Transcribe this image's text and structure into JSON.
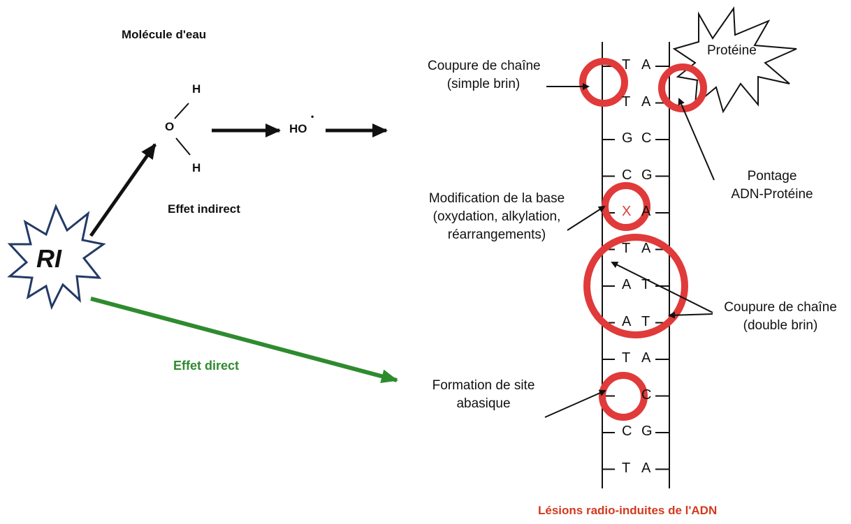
{
  "colors": {
    "lesion": "#e03a3a",
    "direct": "#2e8b2e",
    "burst_outline": "#223a66",
    "ink": "#111111",
    "title_red": "#d23a1e"
  },
  "water": {
    "title": "Molécule d'eau",
    "o": "O",
    "h_top": "H",
    "h_bottom": "H",
    "radical": "HO",
    "radical_dot": "•",
    "indirect_label": "Effet indirect"
  },
  "source": {
    "label": "RI"
  },
  "direct": {
    "label": "Effet direct"
  },
  "dna": {
    "pairs": [
      {
        "left": "T",
        "right": "A"
      },
      {
        "left": "T",
        "right": "A"
      },
      {
        "left": "G",
        "right": "C"
      },
      {
        "left": "C",
        "right": "G"
      },
      {
        "left": "X",
        "right": "A"
      },
      {
        "left": "T",
        "right": "A"
      },
      {
        "left": "A",
        "right": "T"
      },
      {
        "left": "A",
        "right": "T"
      },
      {
        "left": "T",
        "right": "A"
      },
      {
        "left": "",
        "right": "C"
      },
      {
        "left": "C",
        "right": "G"
      },
      {
        "left": "T",
        "right": "A"
      }
    ],
    "protein": "Protéine"
  },
  "annotations": {
    "single_strand": [
      "Coupure de chaîne",
      "(simple brin)"
    ],
    "crosslink": [
      "Pontage",
      "ADN-Protéine"
    ],
    "base_mod": [
      "Modification de la base",
      "(oxydation, alkylation,",
      "réarrangements)"
    ],
    "double_strand": [
      "Coupure de chaîne",
      "(double brin)"
    ],
    "abasic": [
      "Formation de site",
      "abasique"
    ]
  },
  "caption": "Lésions radio-induites de l'ADN"
}
